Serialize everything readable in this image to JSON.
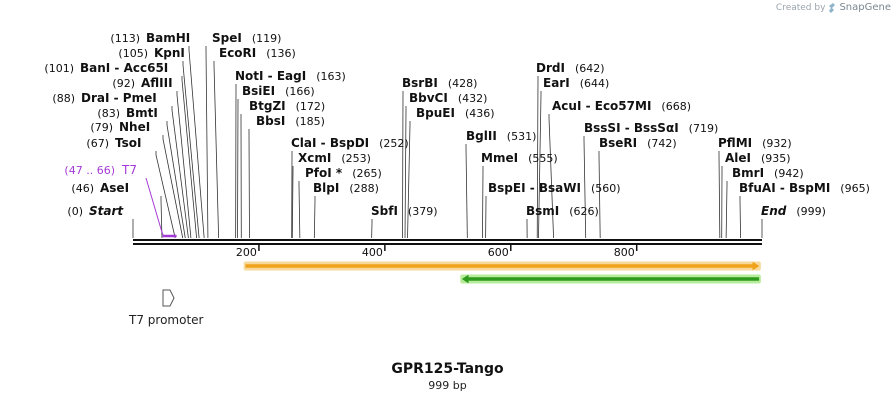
{
  "credit": {
    "prefix": "Created by",
    "brand": "SnapGene"
  },
  "title": "GPR125-Tango",
  "length_label": "999 bp",
  "sequence_length": 999,
  "ruler_ticks": [
    {
      "pos": 200,
      "label": "200"
    },
    {
      "pos": 400,
      "label": "400"
    },
    {
      "pos": 600,
      "label": "600"
    },
    {
      "pos": 800,
      "label": "800"
    }
  ],
  "annotations": [
    {
      "id": "bamhi",
      "text": "BamHI",
      "num": "(113)",
      "pos": 113
    },
    {
      "id": "spei",
      "text": "SpeI",
      "num": "(119)",
      "pos": 119
    },
    {
      "id": "kpni",
      "text": "KpnI",
      "num": "(105)",
      "pos": 105
    },
    {
      "id": "ecori",
      "text": "EcoRI",
      "num": "(136)",
      "pos": 136
    },
    {
      "id": "bani",
      "text": "BanI  -  Acc65I",
      "num": "(101)",
      "pos": 101
    },
    {
      "id": "drdi",
      "text": "DrdI",
      "num": "(642)",
      "pos": 642
    },
    {
      "id": "afliii",
      "text": "AflIII",
      "num": "(92)",
      "pos": 92
    },
    {
      "id": "noti",
      "text": "NotI  -  EagI",
      "num": "(163)",
      "pos": 163
    },
    {
      "id": "bsrbi",
      "text": "BsrBI",
      "num": "(428)",
      "pos": 428
    },
    {
      "id": "eari",
      "text": "EarI",
      "num": "(644)",
      "pos": 644
    },
    {
      "id": "drai",
      "text": "DraI  -  PmeI",
      "num": "(88)",
      "pos": 88
    },
    {
      "id": "bsiei",
      "text": "BsiEI",
      "num": "(166)",
      "pos": 166
    },
    {
      "id": "bbvci",
      "text": "BbvCI",
      "num": "(432)",
      "pos": 432
    },
    {
      "id": "acui",
      "text": "AcuI  -  Eco57MI",
      "num": "(668)",
      "pos": 668
    },
    {
      "id": "bmti",
      "text": "BmtI",
      "num": "(83)",
      "pos": 83
    },
    {
      "id": "btgzi",
      "text": "BtgZI",
      "num": "(172)",
      "pos": 172
    },
    {
      "id": "bpuei",
      "text": "BpuEI",
      "num": "(436)",
      "pos": 436
    },
    {
      "id": "nhei",
      "text": "NheI",
      "num": "(79)",
      "pos": 79
    },
    {
      "id": "bbsi",
      "text": "BbsI",
      "num": "(185)",
      "pos": 185
    },
    {
      "id": "bsssi",
      "text": "BssSI  -  BssSαI",
      "num": "(719)",
      "pos": 719
    },
    {
      "id": "bglii",
      "text": "BglII",
      "num": "(531)",
      "pos": 531
    },
    {
      "id": "tsoi",
      "text": "TsoI",
      "num": "(67)",
      "pos": 67
    },
    {
      "id": "clai",
      "text": "ClaI  -  BspDI",
      "num": "(252)",
      "pos": 252
    },
    {
      "id": "bseri",
      "text": "BseRI",
      "num": "(742)",
      "pos": 742
    },
    {
      "id": "pflmi",
      "text": "PflMI",
      "num": "(932)",
      "pos": 932
    },
    {
      "id": "xcmi",
      "text": "XcmI",
      "num": "(253)",
      "pos": 253
    },
    {
      "id": "mmei",
      "text": "MmeI",
      "num": "(555)",
      "pos": 555
    },
    {
      "id": "alei",
      "text": "AleI",
      "num": "(935)",
      "pos": 935
    },
    {
      "id": "pfoi",
      "text": "PfoI *",
      "num": "(265)",
      "pos": 265
    },
    {
      "id": "bmri",
      "text": "BmrI",
      "num": "(942)",
      "pos": 942
    },
    {
      "id": "asei",
      "text": "AseI",
      "num": "(46)",
      "pos": 46
    },
    {
      "id": "blpi",
      "text": "BlpI",
      "num": "(288)",
      "pos": 288
    },
    {
      "id": "bspei",
      "text": "BspEI  -  BsaWI",
      "num": "(560)",
      "pos": 560
    },
    {
      "id": "bfuai",
      "text": "BfuAI  -  BspMI",
      "num": "(965)",
      "pos": 965
    },
    {
      "id": "sbfi",
      "text": "SbfI",
      "num": "(379)",
      "pos": 379
    },
    {
      "id": "bsmi",
      "text": "BsmI",
      "num": "(626)",
      "pos": 626
    },
    {
      "id": "start",
      "text": "Start",
      "num": "(0)",
      "pos": 0
    },
    {
      "id": "end",
      "text": "End",
      "num": "(999)",
      "pos": 999
    }
  ],
  "primer": {
    "name": "T7",
    "range": "(47 .. 66)",
    "start": 47,
    "end": 66,
    "color": "#a53bd6"
  },
  "features": [
    {
      "name": "orf-forward",
      "start": 179,
      "end": 994,
      "direction": "forward",
      "fill": "#f0a31a",
      "border": "#f6d99b"
    },
    {
      "name": "orf-reverse",
      "start": 523,
      "end": 994,
      "direction": "reverse",
      "fill": "#2e9a1e",
      "border": "#b7ec9a"
    }
  ],
  "promoter": {
    "label": "T7 promoter"
  }
}
